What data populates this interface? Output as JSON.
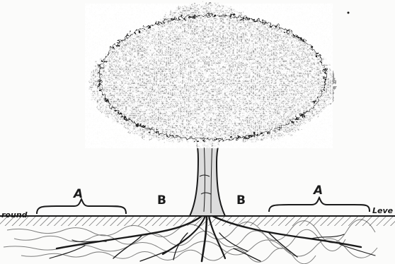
{
  "diagram": {
    "labels": {
      "a_left": "A",
      "b_left": "B",
      "b_right": "B",
      "a_right": "A",
      "ground_left": "round",
      "ground_right": "Leve"
    },
    "colors": {
      "ink": "#1a1a1a",
      "paper": "#fbfbfa"
    },
    "elements": {
      "tree": "tree-crown with trunk",
      "roots": "root system below ground",
      "ground": "hatched ground line"
    }
  }
}
